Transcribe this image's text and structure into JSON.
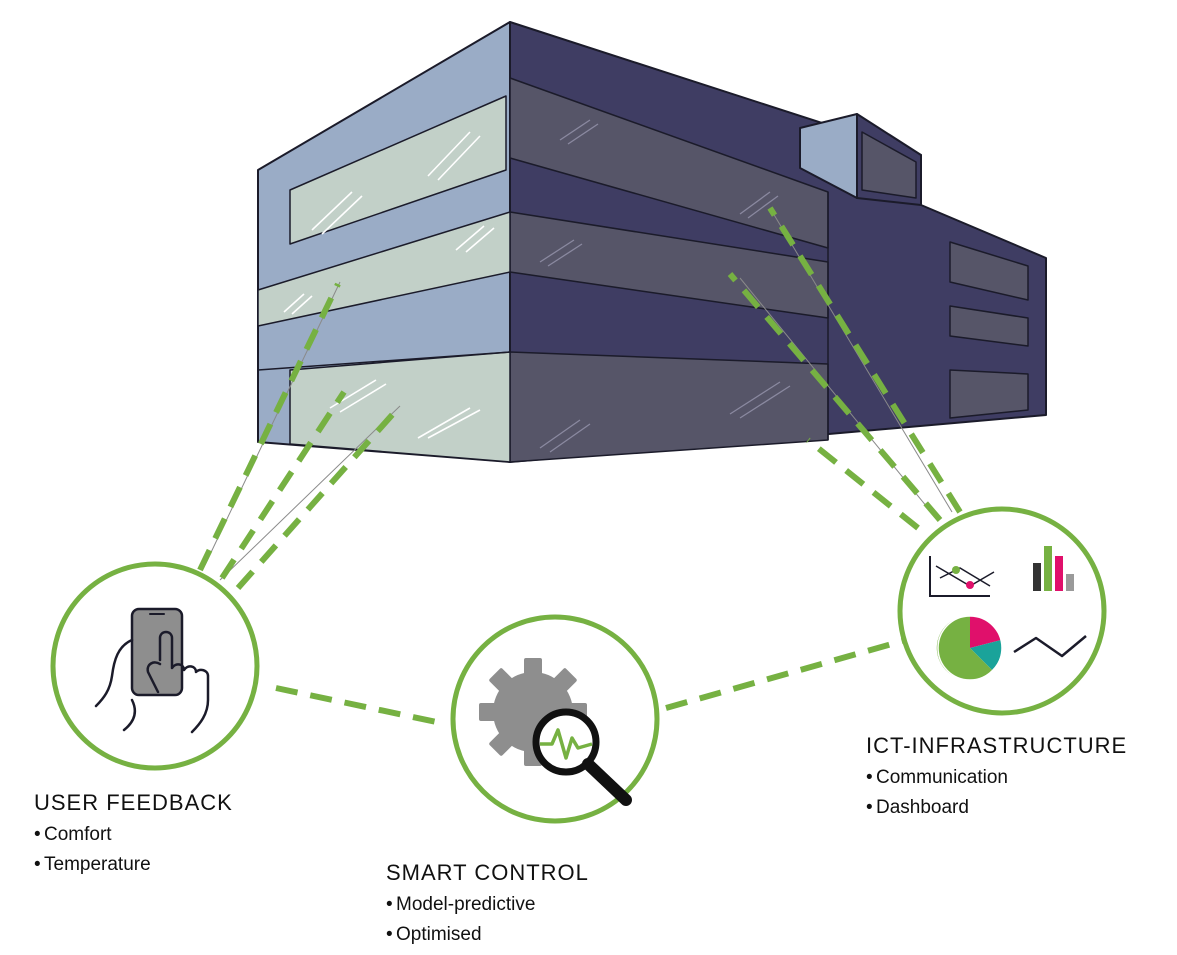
{
  "colors": {
    "accent_green": "#76b142",
    "building_dark": "#3f3d63",
    "building_dark_window": "#565568",
    "building_light": "#9aacc6",
    "building_light_window": "#c2d0c8",
    "outline": "#1b1b2a",
    "pie_magenta": "#e0106b",
    "pie_teal": "#1aa39a",
    "bar_dark": "#333333",
    "bar_grey": "#9a9a9a"
  },
  "icons": {
    "user_feedback": "hand-holding-phone-icon",
    "smart_control": "gear-magnifier-icon",
    "ict": "dashboard-charts-icon"
  },
  "nodes": {
    "user_feedback": {
      "title": "USER FEEDBACK",
      "bullets": [
        "Comfort",
        "Temperature"
      ]
    },
    "smart_control": {
      "title": "SMART CONTROL",
      "bullets": [
        "Model-predictive",
        "Optimised"
      ]
    },
    "ict": {
      "title": "ICT-INFRASTRUCTURE",
      "bullets": [
        "Communication",
        "Dashboard"
      ]
    }
  },
  "bullet_char": "•"
}
